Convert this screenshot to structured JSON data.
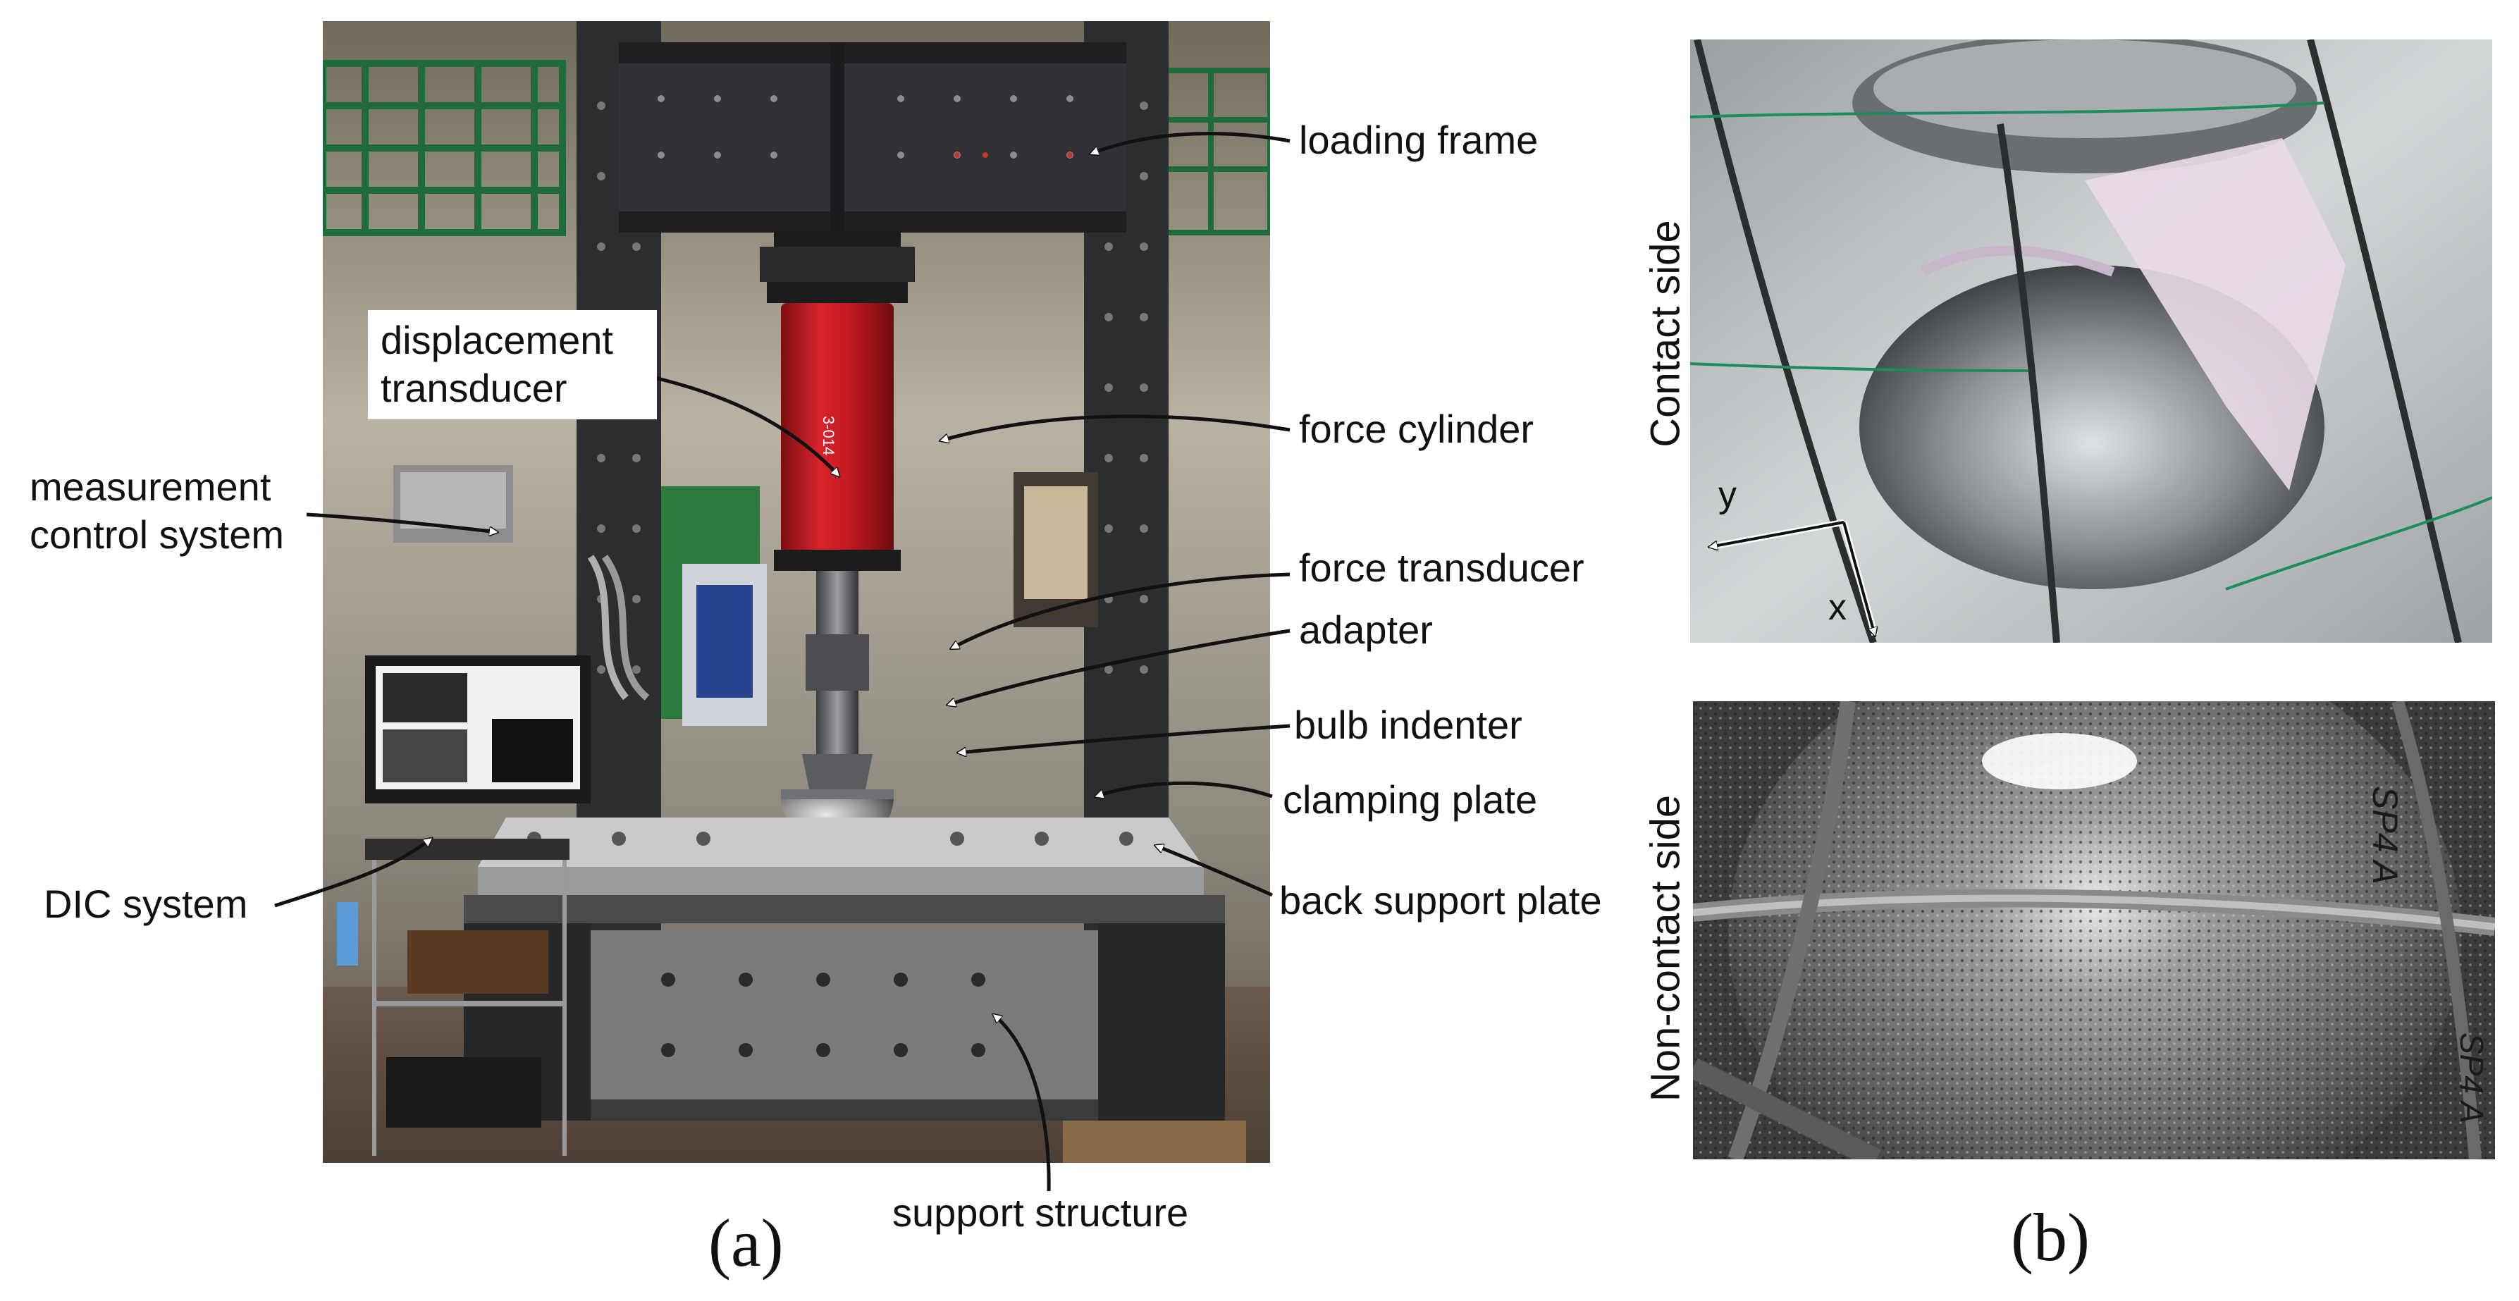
{
  "panel_a": {
    "caption": "(a)",
    "labels": {
      "loading_frame": "loading frame",
      "displacement_transducer_1": "displacement",
      "displacement_transducer_2": "transducer",
      "force_cylinder": "force cylinder",
      "measurement_control_1": "measurement",
      "measurement_control_2": "control system",
      "force_transducer": "force transducer",
      "adapter": "adapter",
      "bulb_indenter": "bulb indenter",
      "clamping_plate": "clamping plate",
      "dic_system": "DIC system",
      "back_support_plate": "back support plate",
      "support_structure": "support structure"
    },
    "cylinder_text": "3-014"
  },
  "panel_b": {
    "caption": "(b)",
    "contact_side": "Contact side",
    "non_contact_side": "Non-contact side",
    "axis_y": "y",
    "axis_x": "x",
    "marking_1": "SP4 A",
    "marking_2": "SP4 A"
  },
  "colors": {
    "force_cylinder": "#c8161d",
    "frame_steel": "#2b2d2f",
    "leader_lines": "#111111"
  }
}
